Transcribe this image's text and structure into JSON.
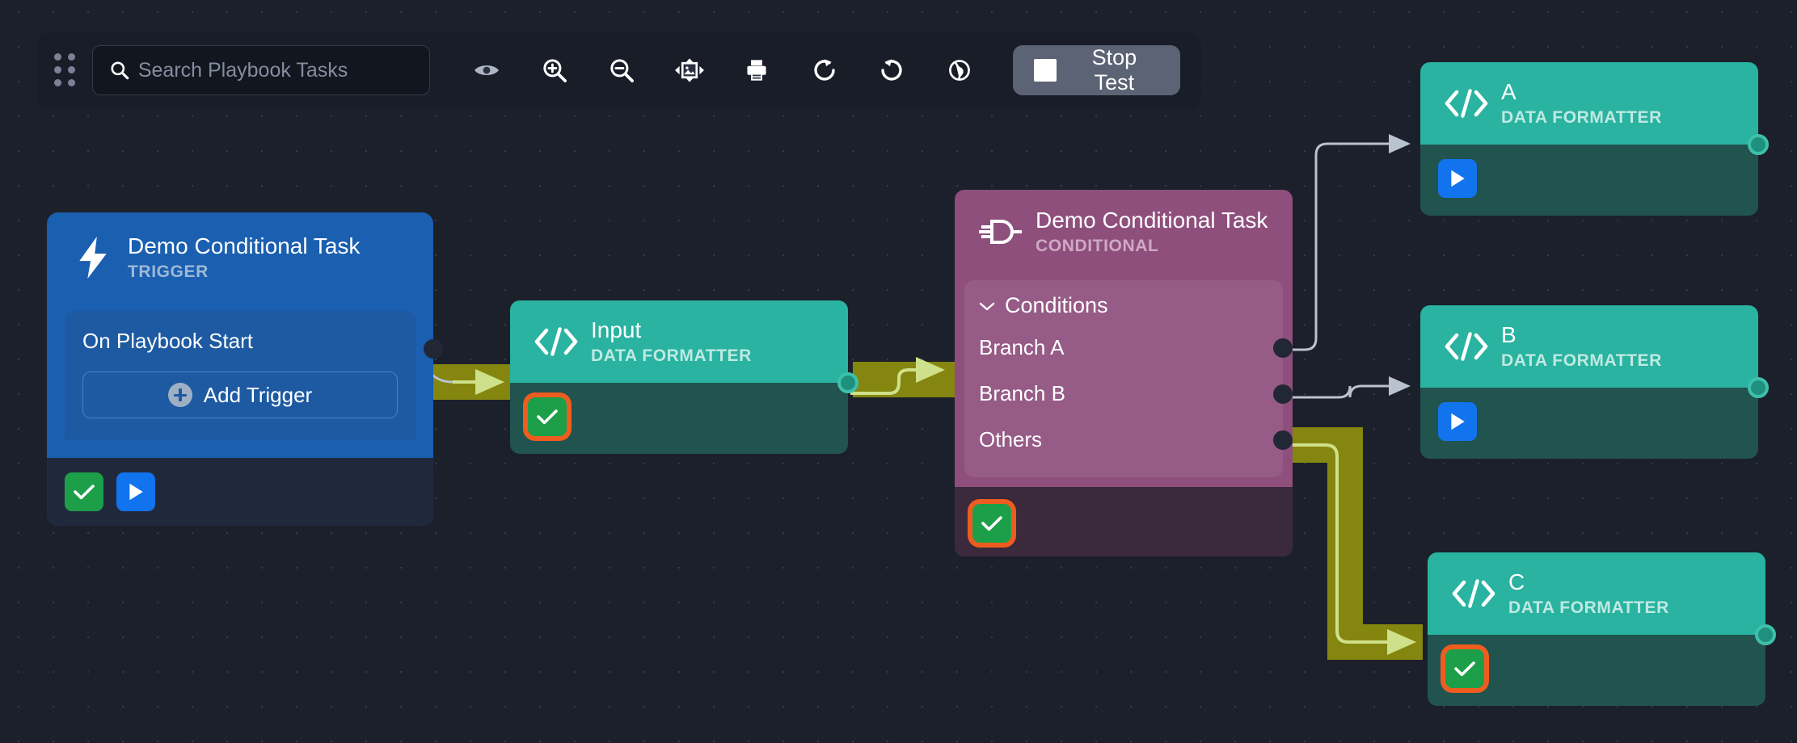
{
  "toolbar": {
    "drag_handle_icon": "drag-dots-icon",
    "search": {
      "icon": "search-icon",
      "value": "",
      "placeholder": "Search Playbook Tasks"
    },
    "buttons": [
      {
        "name": "toggle-visibility",
        "icon": "eye-icon",
        "label": ""
      },
      {
        "name": "zoom-in",
        "icon": "zoom-in-icon",
        "label": ""
      },
      {
        "name": "zoom-out",
        "icon": "zoom-out-icon",
        "label": ""
      },
      {
        "name": "fit-to-screen",
        "icon": "fit-screen-icon",
        "label": ""
      },
      {
        "name": "print",
        "icon": "printer-icon",
        "label": ""
      },
      {
        "name": "redo",
        "icon": "redo-icon",
        "label": ""
      },
      {
        "name": "undo",
        "icon": "undo-icon",
        "label": ""
      },
      {
        "name": "globe",
        "icon": "globe-icon",
        "label": ""
      }
    ],
    "stop_test": {
      "label": "Stop Test",
      "icon": "stop-square-icon"
    }
  },
  "nodes": {
    "trigger": {
      "title": "Demo Conditional Task",
      "subtitle": "TRIGGER",
      "icon": "lightning-bolt-icon",
      "row_label": "On Playbook Start",
      "add_trigger_label": "Add Trigger",
      "status_icon": "check-icon",
      "run_icon": "play-icon",
      "color": "#1a5fb0"
    },
    "input": {
      "title": "Input",
      "subtitle": "DATA FORMATTER",
      "icon": "code-brackets-icon",
      "status_icon": "check-icon",
      "status_active": true,
      "color": "#29b3a0"
    },
    "conditional": {
      "title": "Demo Conditional Task",
      "subtitle": "CONDITIONAL",
      "icon": "logic-gate-icon",
      "conditions_label": "Conditions",
      "conditions_chevron": "chevron-down-icon",
      "branches": [
        {
          "label": "Branch A"
        },
        {
          "label": "Branch B"
        },
        {
          "label": "Others"
        }
      ],
      "status_icon": "check-icon",
      "status_active": true,
      "color": "#8e4f7d"
    },
    "a": {
      "title": "A",
      "subtitle": "DATA FORMATTER",
      "icon": "code-brackets-icon",
      "run_icon": "play-icon",
      "color": "#29b3a0"
    },
    "b": {
      "title": "B",
      "subtitle": "DATA FORMATTER",
      "icon": "code-brackets-icon",
      "run_icon": "play-icon",
      "color": "#29b3a0"
    },
    "c": {
      "title": "C",
      "subtitle": "DATA FORMATTER",
      "icon": "code-brackets-icon",
      "status_icon": "check-icon",
      "status_active": true,
      "color": "#29b3a0"
    }
  },
  "edges": {
    "active_color": "#84860f",
    "active_inner_color": "#cfe08a",
    "inactive_color": "#b9c2cf"
  }
}
